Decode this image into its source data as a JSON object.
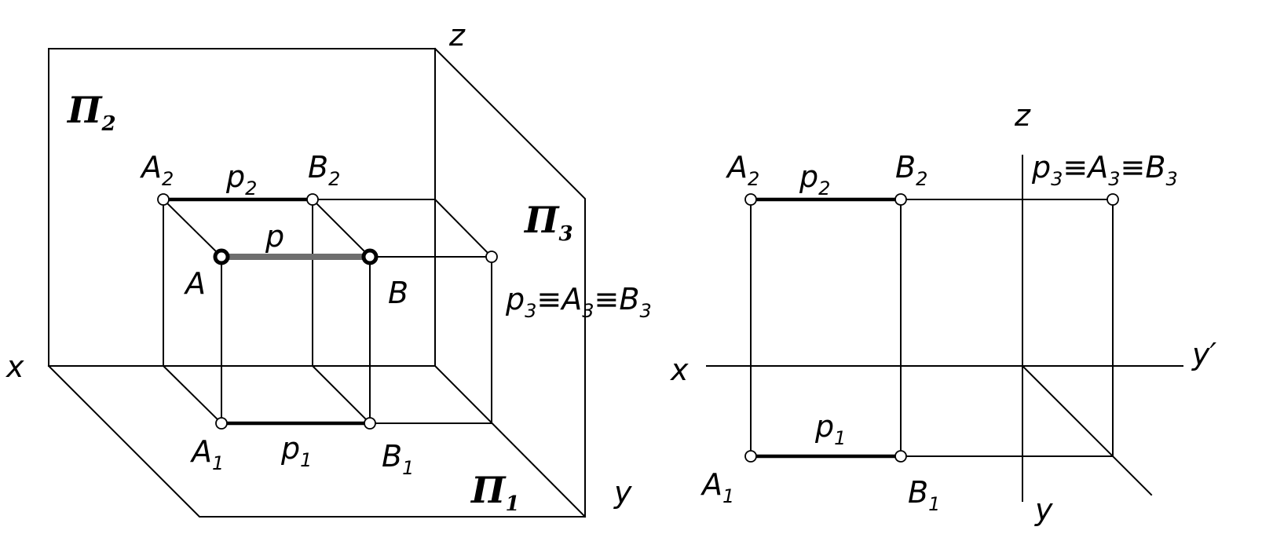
{
  "left": {
    "plane_p2": {
      "base": "Π",
      "sub": "2"
    },
    "plane_p3": {
      "base": "Π",
      "sub": "3"
    },
    "plane_p1": {
      "base": "Π",
      "sub": "1"
    },
    "axis_x": "x",
    "axis_y": "y",
    "axis_z": "z",
    "A2": {
      "base": "A",
      "sub": "2"
    },
    "B2": {
      "base": "B",
      "sub": "2"
    },
    "p2": {
      "base": "p",
      "sub": "2"
    },
    "p": "p",
    "A": "A",
    "B": "B",
    "A1": {
      "base": "A",
      "sub": "1"
    },
    "B1": {
      "base": "B",
      "sub": "1"
    },
    "p1": {
      "base": "p",
      "sub": "1"
    },
    "p3_label": {
      "p": "p",
      "p_sub": "3",
      "eq1": "≡",
      "a": "A",
      "a_sub": "3",
      "eq2": "≡",
      "b": "B",
      "b_sub": "3"
    }
  },
  "right": {
    "axis_x": "x",
    "axis_y": "y",
    "axis_y_prime": "y′",
    "axis_z": "z",
    "A2": {
      "base": "A",
      "sub": "2"
    },
    "B2": {
      "base": "B",
      "sub": "2"
    },
    "p2": {
      "base": "p",
      "sub": "2"
    },
    "A1": {
      "base": "A",
      "sub": "1"
    },
    "B1": {
      "base": "B",
      "sub": "1"
    },
    "p1": {
      "base": "p",
      "sub": "1"
    },
    "p3_label": {
      "p": "p",
      "p_sub": "3",
      "eq1": "≡",
      "a": "A",
      "a_sub": "3",
      "eq2": "≡",
      "b": "B",
      "b_sub": "3"
    }
  }
}
